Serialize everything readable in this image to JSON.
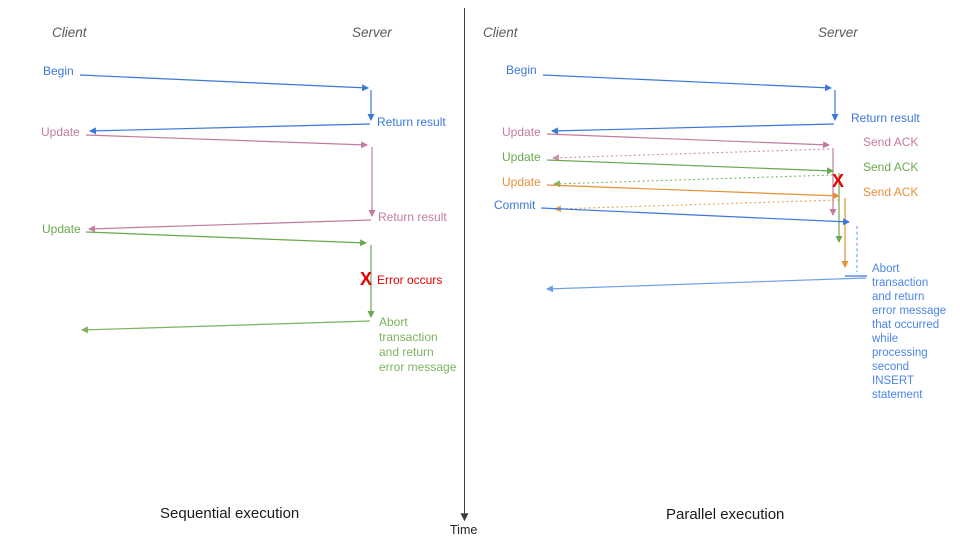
{
  "diagram": {
    "kind": "sequence-diagram comparing sequential vs parallel transaction execution",
    "colors": {
      "blue": "#3c78d8",
      "pink": "#c27ba0",
      "green": "#6aa84f",
      "orange": "#e69138",
      "light_green": "#7bb35f",
      "light_blue": "#6d9eeb",
      "abort_blue": "#4a86e8",
      "red": "#e60000",
      "axis": "#3d3d3d",
      "header_gray": "#5b5b5b"
    }
  },
  "axis": {
    "time_label": "Time"
  },
  "left": {
    "title": "Sequential execution",
    "client_header": "Client",
    "server_header": "Server",
    "labels": {
      "begin": "Begin",
      "return_result_1": "Return result",
      "update_1": "Update",
      "return_result_2": "Return result",
      "update_2": "Update",
      "error_x": "X",
      "error_occurs": "Error occurs",
      "abort": "Abort\ntransaction\nand return\nerror message"
    }
  },
  "right": {
    "title": "Parallel execution",
    "client_header": "Client",
    "server_header": "Server",
    "labels": {
      "begin": "Begin",
      "return_result": "Return result",
      "update_1": "Update",
      "send_ack_1": "Send ACK",
      "update_2": "Update",
      "send_ack_2": "Send ACK",
      "update_3": "Update",
      "send_ack_3": "Send ACK",
      "commit": "Commit",
      "error_x": "X",
      "abort": "Abort\ntransaction\nand return\nerror message\nthat occurred\nwhile\nprocessing\nsecond\nINSERT\nstatement"
    }
  }
}
